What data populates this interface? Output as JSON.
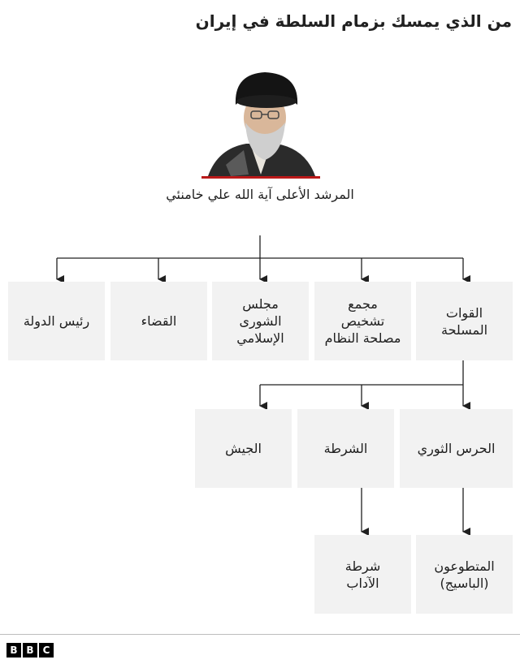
{
  "title": "من الذي يمسك بزمام السلطة في إيران",
  "leader": {
    "name": "المرشد الأعلى آية الله علي خامنئي"
  },
  "tier1": [
    {
      "id": "armed-forces",
      "lines": [
        "القوات",
        "المسلحة"
      ]
    },
    {
      "id": "expediency-council",
      "lines": [
        "مجمع",
        "تشخيص",
        "مصلحة النظام"
      ]
    },
    {
      "id": "parliament",
      "lines": [
        "مجلس",
        "الشورى",
        "الإسلامي"
      ]
    },
    {
      "id": "judiciary",
      "lines": [
        "القضاء"
      ]
    },
    {
      "id": "president",
      "lines": [
        "رئيس الدولة"
      ]
    }
  ],
  "tier2": [
    {
      "id": "revolutionary-guard",
      "lines": [
        "الحرس الثوري"
      ]
    },
    {
      "id": "police",
      "lines": [
        "الشرطة"
      ]
    },
    {
      "id": "army",
      "lines": [
        "الجيش"
      ]
    }
  ],
  "tier3": [
    {
      "id": "basij",
      "lines": [
        "المتطوعون",
        "(الباسيج)"
      ]
    },
    {
      "id": "morality-police",
      "lines": [
        "شرطة",
        "الآداب"
      ]
    }
  ],
  "footer": {
    "logo_letters": [
      "B",
      "B",
      "C"
    ]
  },
  "colors": {
    "box": "#f2f2f2",
    "line": "#202020",
    "accent": "#bb1919"
  }
}
